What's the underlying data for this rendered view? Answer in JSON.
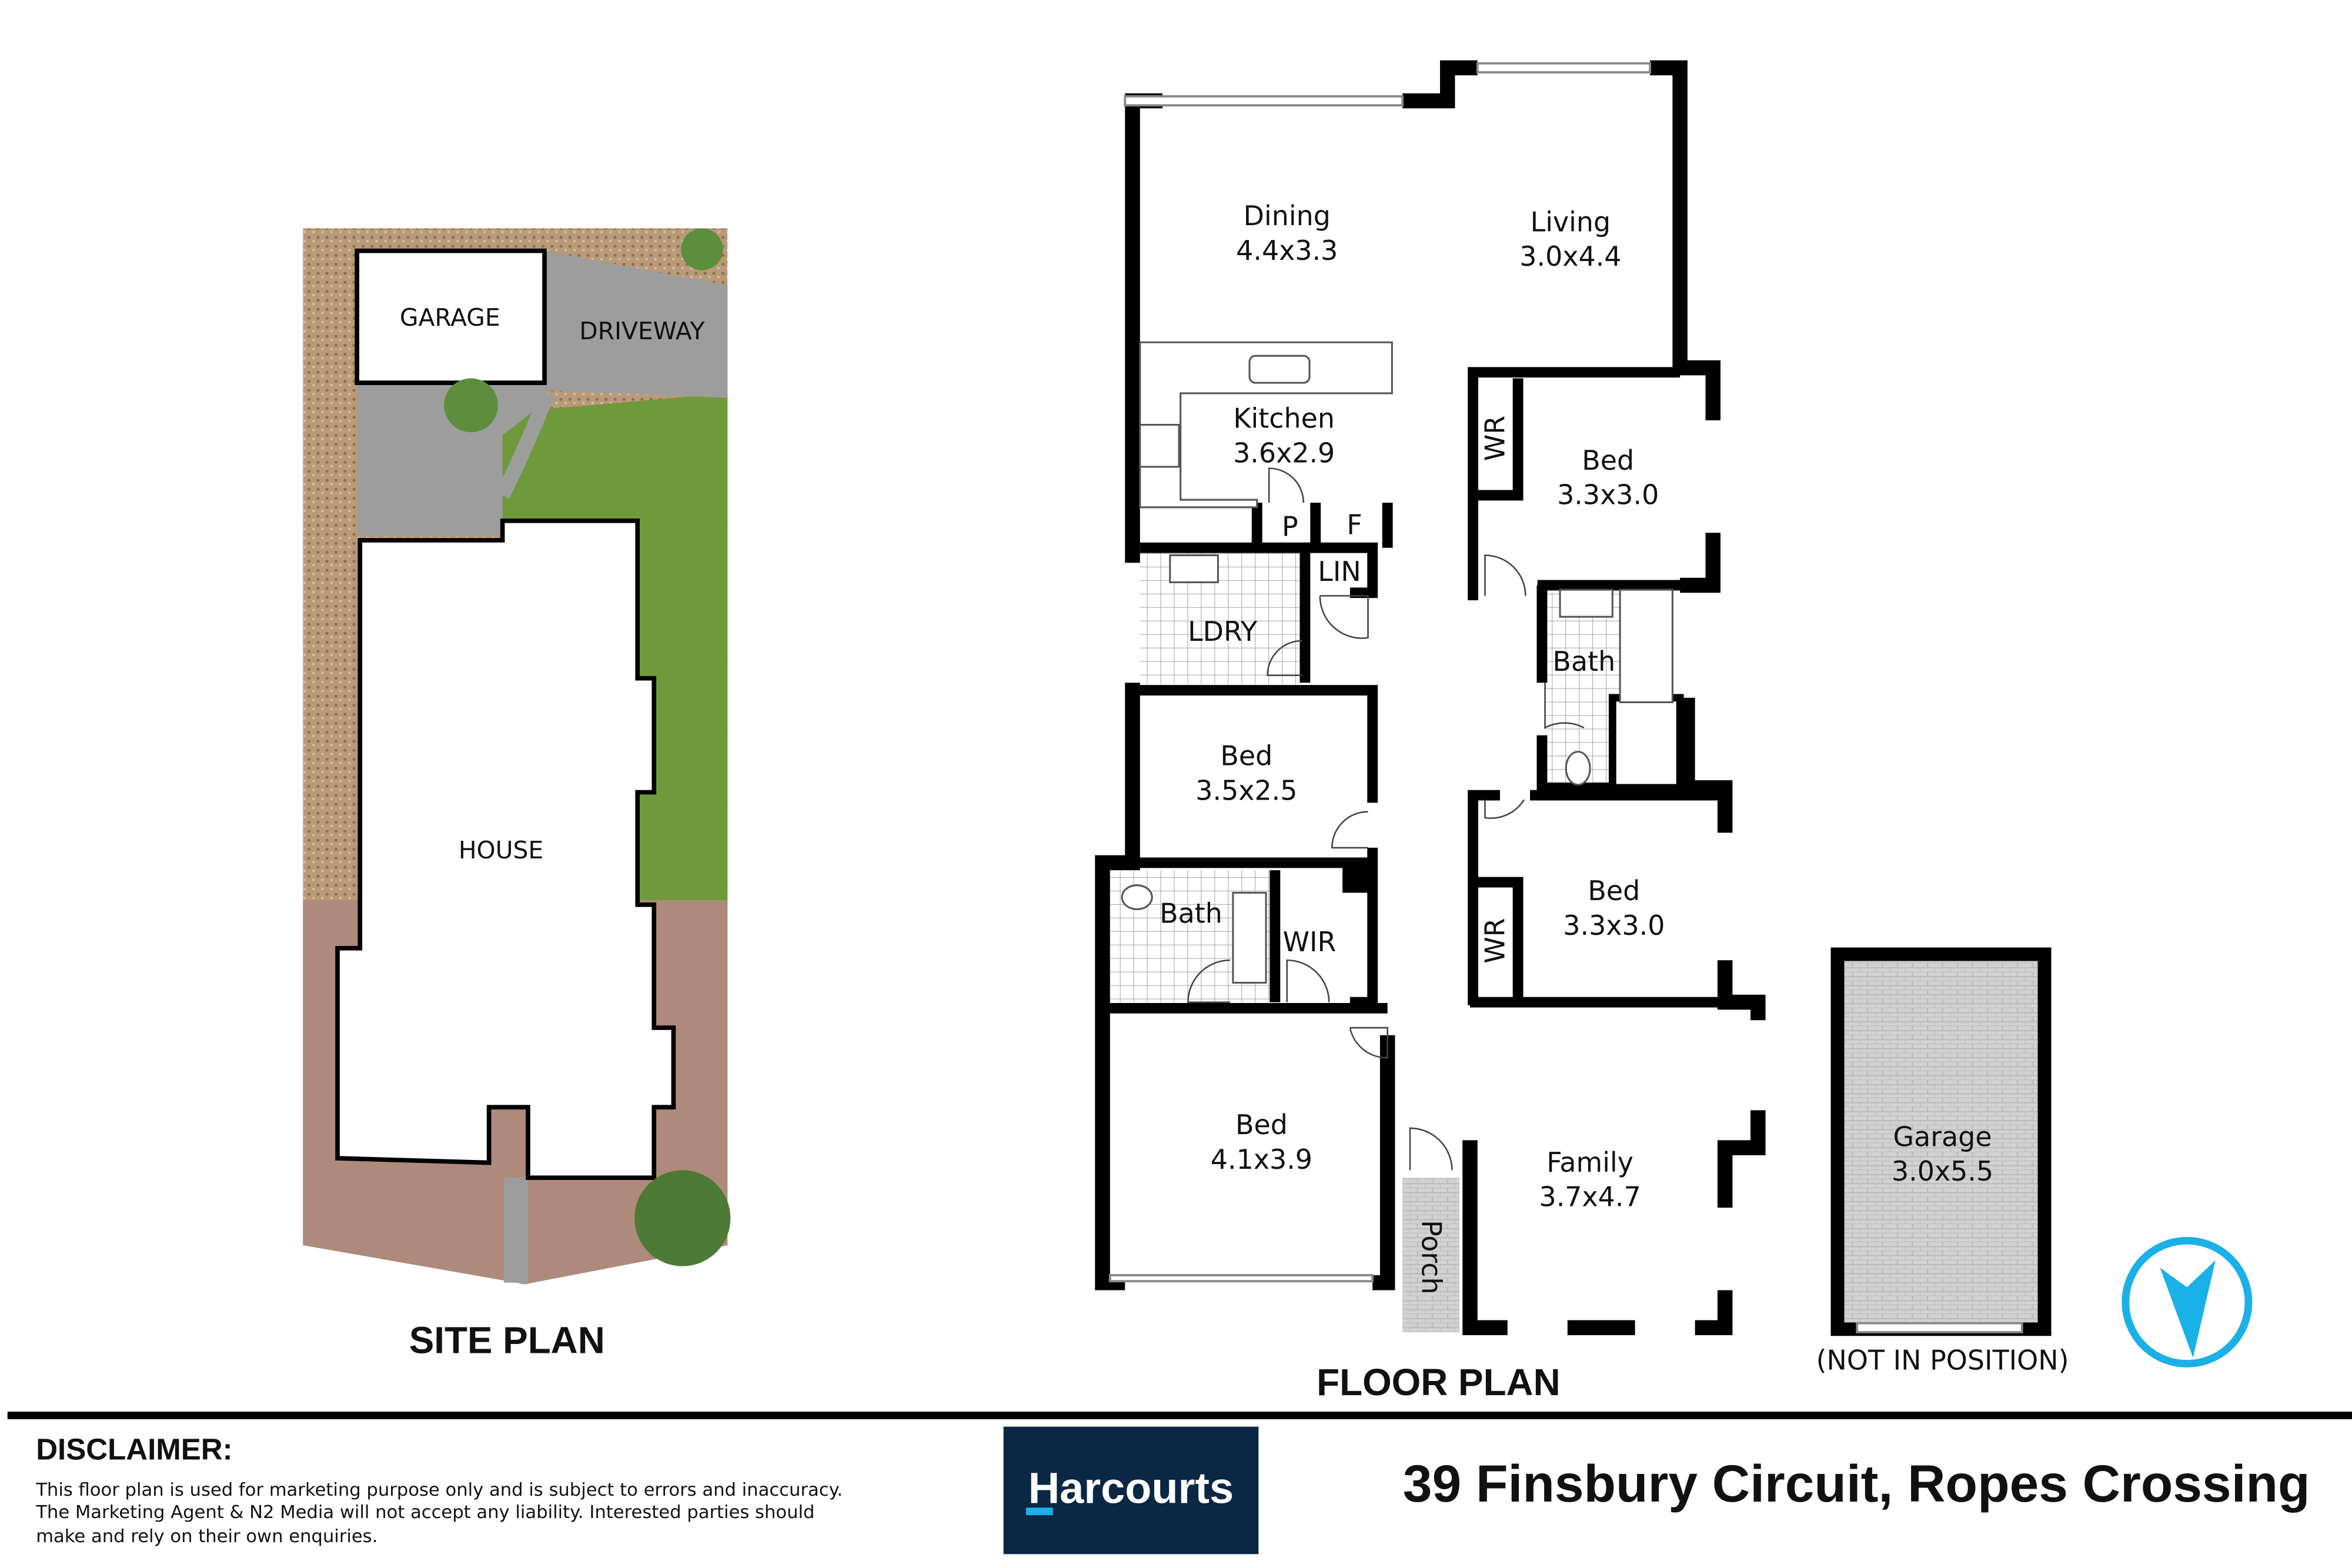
{
  "site_plan": {
    "title": "SITE PLAN",
    "labels": {
      "garage": "GARAGE",
      "driveway": "DRIVEWAY",
      "house": "HOUSE"
    }
  },
  "floor_plan": {
    "title": "FLOOR PLAN",
    "rooms": {
      "dining": {
        "name": "Dining",
        "size": "4.4x3.3"
      },
      "living": {
        "name": "Living",
        "size": "3.0x4.4"
      },
      "kitchen": {
        "name": "Kitchen",
        "size": "3.6x2.9"
      },
      "pantry": "P",
      "fridge": "F",
      "linen": "LIN",
      "laundry": "LDRY",
      "bed1": {
        "name": "Bed",
        "size": "3.3x3.0"
      },
      "wr1": "WR",
      "bath1": "Bath",
      "bed2": {
        "name": "Bed",
        "size": "3.5x2.5"
      },
      "bath2": "Bath",
      "wir": "WIR",
      "bed3": {
        "name": "Bed",
        "size": "3.3x3.0"
      },
      "wr2": "WR",
      "bed4": {
        "name": "Bed",
        "size": "4.1x3.9"
      },
      "family": {
        "name": "Family",
        "size": "3.7x4.7"
      },
      "porch": "Porch",
      "garage": {
        "name": "Garage",
        "size": "3.0x5.5",
        "note": "(NOT IN POSITION)"
      }
    },
    "compass_color": "#1ab0e8"
  },
  "footer": {
    "disclaimer_title": "DISCLAIMER:",
    "disclaimer_lines": [
      "This floor plan is used for marketing purpose only and is subject to errors and inaccuracy.",
      "The Marketing Agent & N2 Media will not accept any liability. Interested parties should",
      "make and rely on their own enquiries."
    ],
    "logo_text": "Harcourts",
    "logo_bg": "#0a2744",
    "address": "39 Finsbury Circuit, Ropes Crossing"
  }
}
